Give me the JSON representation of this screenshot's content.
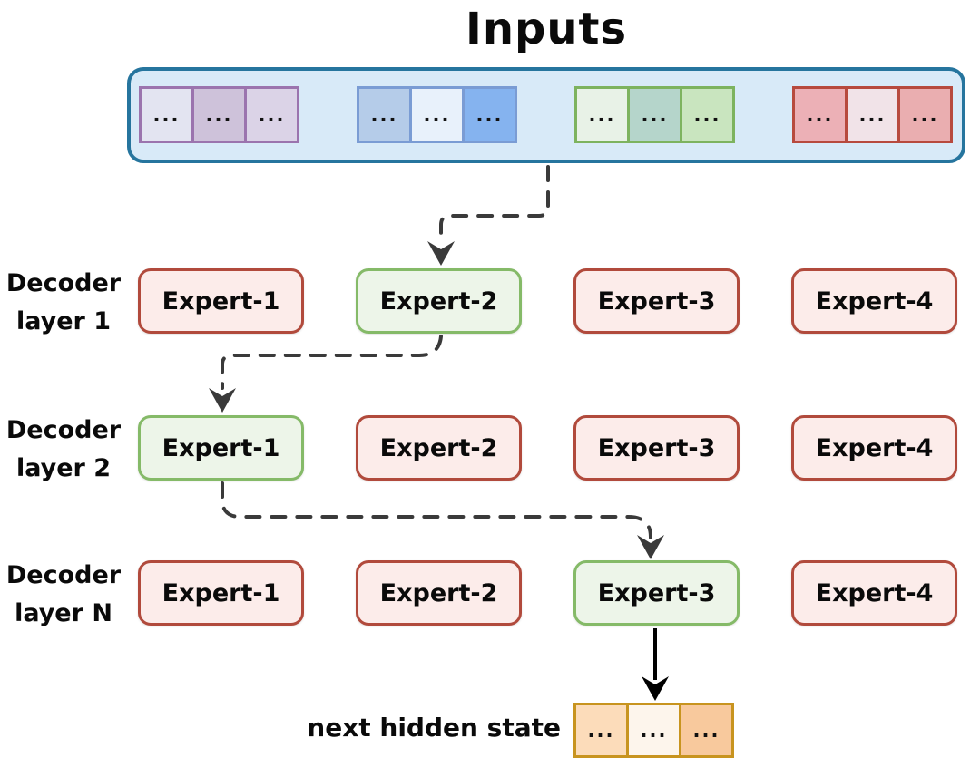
{
  "title": "Inputs",
  "input_panel": {
    "background": "#d8eaf8",
    "border_color": "#26759e",
    "token_groups": [
      {
        "name": "purple-tokens",
        "border_color": "#9b74ae",
        "cells": [
          {
            "fill": "#e3e4f1",
            "label": "..."
          },
          {
            "fill": "#cec2da",
            "label": "..."
          },
          {
            "fill": "#dbd3e7",
            "label": "..."
          }
        ]
      },
      {
        "name": "blue-tokens",
        "border_color": "#7a9cd4",
        "cells": [
          {
            "fill": "#b5cce9",
            "label": "..."
          },
          {
            "fill": "#e8f1fb",
            "label": "..."
          },
          {
            "fill": "#85b3ef",
            "label": "..."
          }
        ]
      },
      {
        "name": "green-tokens",
        "border_color": "#7db35f",
        "cells": [
          {
            "fill": "#e8f2e7",
            "label": "..."
          },
          {
            "fill": "#b5d5cb",
            "label": "..."
          },
          {
            "fill": "#c9e5bf",
            "label": "..."
          }
        ]
      },
      {
        "name": "red-tokens",
        "border_color": "#b74a3e",
        "cells": [
          {
            "fill": "#ecb0b6",
            "label": "..."
          },
          {
            "fill": "#f1e3e8",
            "label": "..."
          },
          {
            "fill": "#eaaeb0",
            "label": "..."
          }
        ]
      }
    ]
  },
  "layers": [
    {
      "label": [
        "Decoder",
        "layer 1"
      ],
      "experts": [
        {
          "label": "Expert-1",
          "selected": false
        },
        {
          "label": "Expert-2",
          "selected": true
        },
        {
          "label": "Expert-3",
          "selected": false
        },
        {
          "label": "Expert-4",
          "selected": false
        }
      ]
    },
    {
      "label": [
        "Decoder",
        "layer 2"
      ],
      "experts": [
        {
          "label": "Expert-1",
          "selected": true
        },
        {
          "label": "Expert-2",
          "selected": false
        },
        {
          "label": "Expert-3",
          "selected": false
        },
        {
          "label": "Expert-4",
          "selected": false
        }
      ]
    },
    {
      "label": [
        "Decoder",
        "layer N"
      ],
      "experts": [
        {
          "label": "Expert-1",
          "selected": false
        },
        {
          "label": "Expert-2",
          "selected": false
        },
        {
          "label": "Expert-3",
          "selected": true
        },
        {
          "label": "Expert-4",
          "selected": false
        }
      ]
    }
  ],
  "expert_colors": {
    "default_fill": "#fcecea",
    "default_border": "#b14a3c",
    "selected_fill": "#edf5e9",
    "selected_border": "#85ba68"
  },
  "routing": {
    "arrow_color": "#3a3a3a",
    "final_arrow_color": "#000000",
    "path": [
      "inputs -> layer1.Expert-2",
      "layer1.Expert-2 -> layer2.Expert-1",
      "layer2.Expert-1 -> layerN.Expert-3",
      "layerN.Expert-3 -> next hidden state"
    ]
  },
  "output": {
    "label": "next hidden state",
    "group": {
      "name": "orange-tokens",
      "border_color": "#c8941f",
      "cells": [
        {
          "fill": "#fcdcba",
          "label": "..."
        },
        {
          "fill": "#fdf5ec",
          "label": "..."
        },
        {
          "fill": "#f8c99d",
          "label": "..."
        }
      ]
    }
  }
}
